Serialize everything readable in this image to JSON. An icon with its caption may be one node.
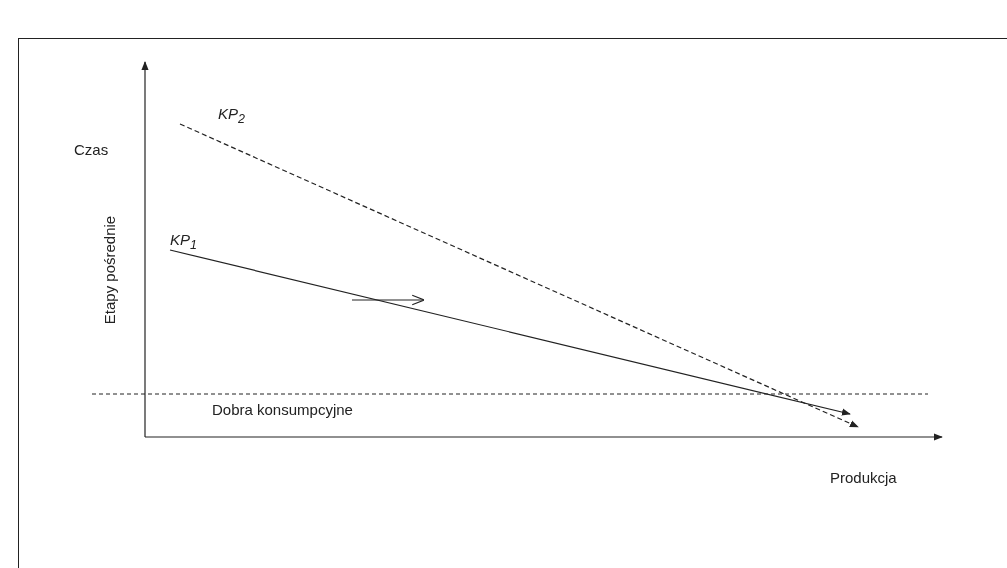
{
  "diagram": {
    "nodes": [
      {
        "text": [
          "KP$_{2}$"
        ]
      },
      {
        "text": [
          "KP$_{1}$"
        ]
      }
    ],
    "edges": [
      {
        "from": 0,
        "to": null,
        "arrow": "to",
        "style": "dashed"
      },
      {
        "from": 1,
        "to": null,
        "arrow": "to"
      }
    ],
    "labels": [
      "Czas",
      "Etapy pośrednie",
      "Dobra konsumpcyjne",
      "Produkcja"
    ]
  }
}
